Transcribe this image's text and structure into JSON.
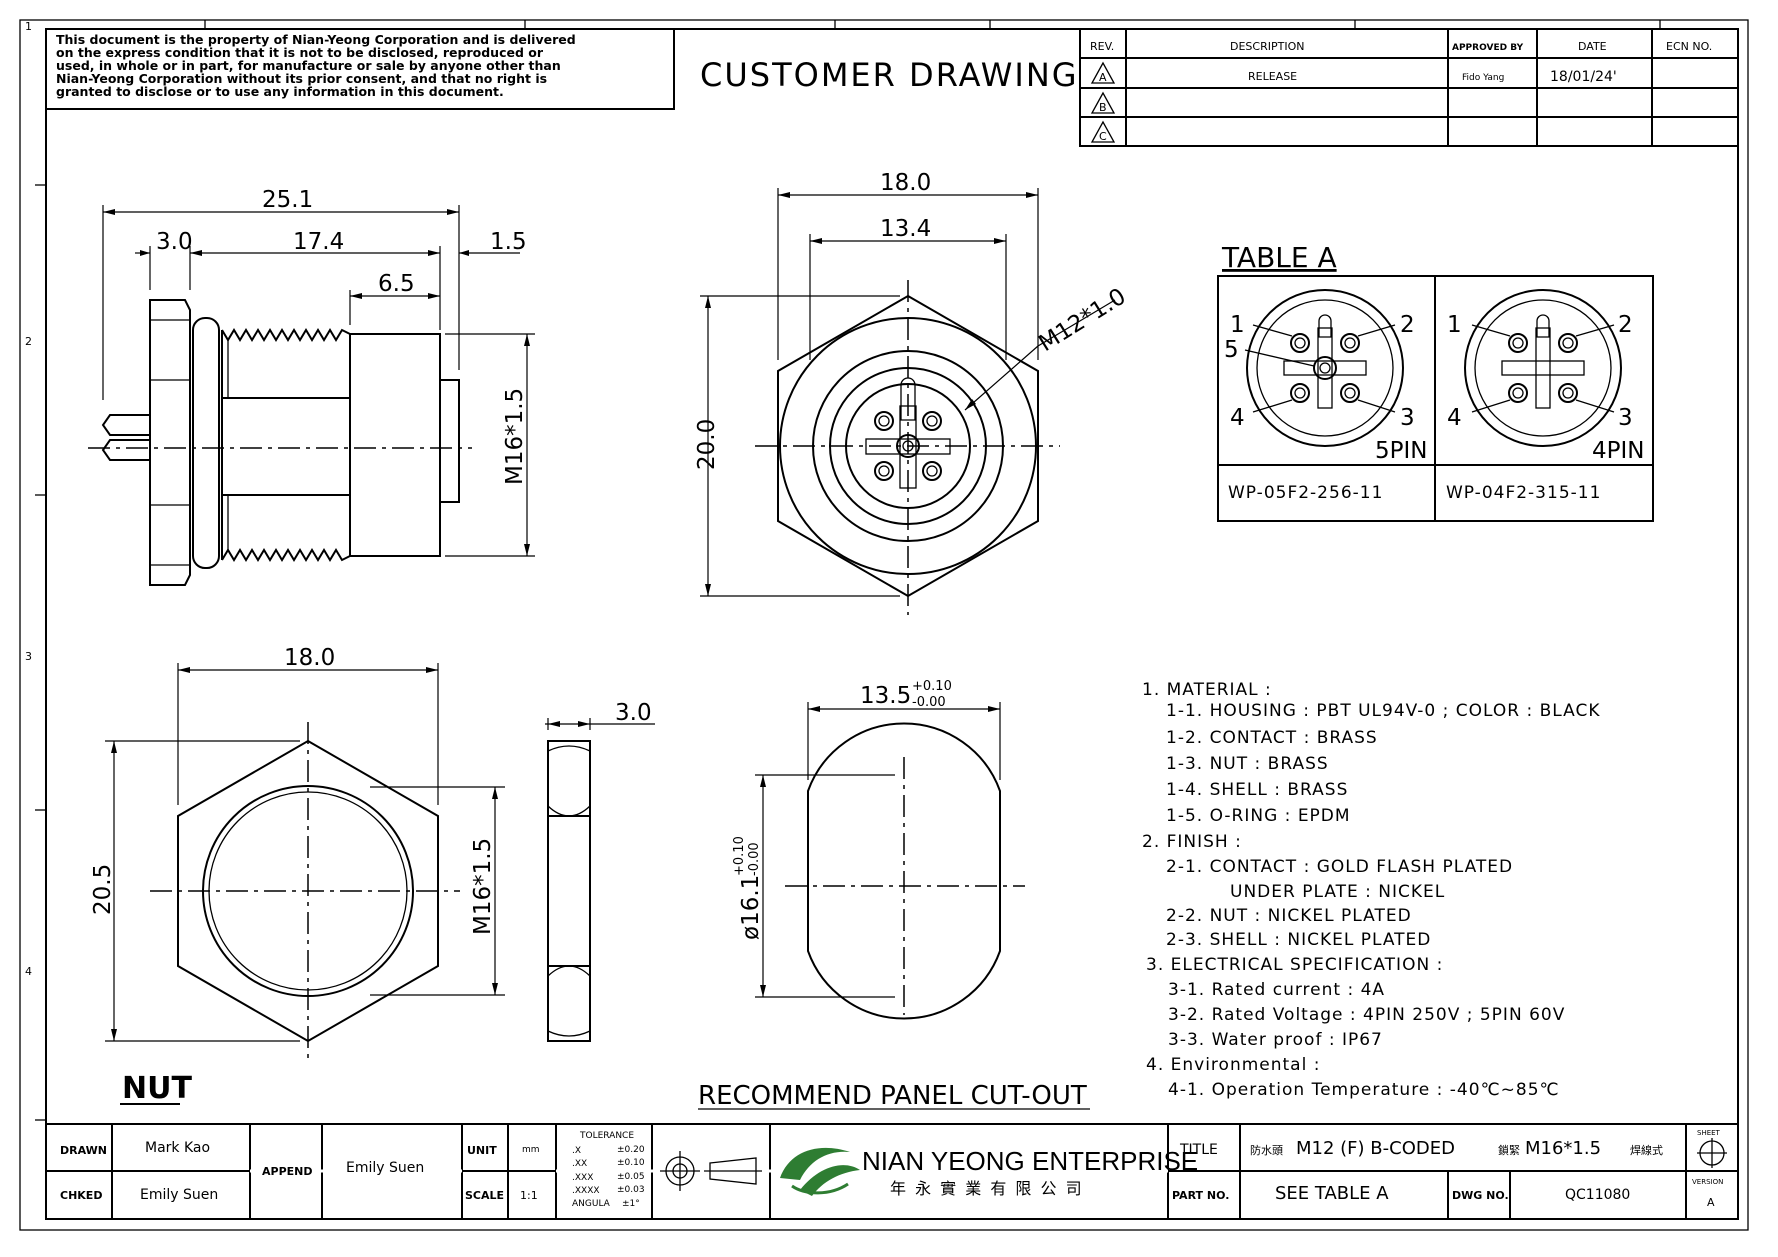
{
  "notice": [
    "This document is the property of Nian-Yeong Corporation and is delivered",
    "on  the  express condition that it is not to be disclosed, reproduced or",
    "used, in whole or in part, for manufacture or sale by anyone other than",
    "Nian-Yeong Corporation without  its prior consent, and that  no right  is",
    "granted to disclose or to use any information in this  document."
  ],
  "drawing_title": "CUSTOMER  DRAWING",
  "border_numbers": [
    "1",
    "2",
    "3",
    "4"
  ],
  "revision": {
    "headers": [
      "REV.",
      "DESCRIPTION",
      "APPROVED BY",
      "DATE",
      "ECN NO."
    ],
    "rows": [
      {
        "rev": "A",
        "description": "RELEASE",
        "approved": "Fido Yang",
        "date": "18/01/24'",
        "ecn": ""
      },
      {
        "rev": "B",
        "description": "",
        "approved": "",
        "date": "",
        "ecn": ""
      },
      {
        "rev": "C",
        "description": "",
        "approved": "",
        "date": "",
        "ecn": ""
      }
    ]
  },
  "dims": {
    "side_total": "25.1",
    "side_flange": "3.0",
    "side_thread_len": "17.4",
    "side_tip": "1.5",
    "side_shell": "6.5",
    "side_thread": "M16*1.5",
    "front_width": "18.0",
    "front_inner": "13.4",
    "front_height": "20.0",
    "front_callout": "M12*1.0",
    "nut_width": "18.0",
    "nut_height": "20.5",
    "nut_thread": "M16*1.5",
    "nut_thick": "3.0",
    "cut_width": "13.5",
    "cut_width_tol_plus": "+0.10",
    "cut_width_tol_minus": "-0.00",
    "cut_dia": "ø16.1",
    "cut_dia_tol_plus": "+0.10",
    "cut_dia_tol_minus": "-0.00"
  },
  "table_a": {
    "title": "TABLE  A",
    "variants": [
      {
        "label": "5PIN",
        "part": "WP-05F2-256-11",
        "pins": [
          "1",
          "2",
          "3",
          "4",
          "5"
        ]
      },
      {
        "label": "4PIN",
        "part": "WP-04F2-315-11",
        "pins": [
          "1",
          "2",
          "3",
          "4"
        ]
      }
    ]
  },
  "captions": {
    "nut": "NUT",
    "cutout": "RECOMMEND  PANEL  CUT-OUT"
  },
  "notes": [
    "1.  MATERIAL  :",
    "1-1.  HOUSING  :  PBT  UL94V-0  ;  COLOR  :  BLACK",
    "1-2.  CONTACT  :  BRASS",
    "1-3.  NUT  :  BRASS",
    "1-4.  SHELL  :  BRASS",
    "1-5.  O-RING  :  EPDM",
    "2.  FINISH  :",
    "2-1.  CONTACT  :  GOLD  FLASH  PLATED",
    "UNDER  PLATE  :  NICKEL",
    "2-2.  NUT  :  NICKEL  PLATED",
    "2-3.  SHELL  :  NICKEL  PLATED",
    "3.  ELECTRICAL  SPECIFICATION  :",
    "3-1.  Rated  current  :  4A",
    "3-2.  Rated  Voltage  :  4PIN  250V  ;  5PIN  60V",
    "3-3.  Water  proof  :  IP67",
    "4.  Environmental  :",
    "4-1.  Operation  Temperature  :  -40℃~85℃"
  ],
  "title_block": {
    "drawn_label": "DRAWN",
    "drawn": "Mark Kao",
    "checked_label": "CHKED",
    "checked": "Emily Suen",
    "append_label": "APPEND",
    "append": "Emily Suen",
    "unit_label": "UNIT",
    "unit": "mm",
    "scale_label": "SCALE",
    "scale": "1:1",
    "tolerance_label": "TOLERANCE",
    "tolerances": [
      [
        ".X",
        "±0.20"
      ],
      [
        ".XX",
        "±0.10"
      ],
      [
        ".XXX",
        "±0.05"
      ],
      [
        ".XXXX",
        "±0.03"
      ],
      [
        "ANGULA",
        "±1°"
      ]
    ],
    "company": "NIAN YEONG ENTERPRISE",
    "company_cn": "年 永 實 業 有 限 公 司",
    "title_label": "TITLE",
    "title_cn1": "防水頭",
    "title_main": "M12 (F) B-CODED",
    "title_cn2": "鎖緊",
    "title_thread": "M16*1.5",
    "title_cn3": "焊線式",
    "part_label": "PART NO.",
    "part": "SEE  TABLE  A",
    "dwg_label": "DWG NO.",
    "dwg": "QC11080",
    "sheet_label": "SHEET",
    "version_label": "VERSION",
    "version": "A"
  }
}
